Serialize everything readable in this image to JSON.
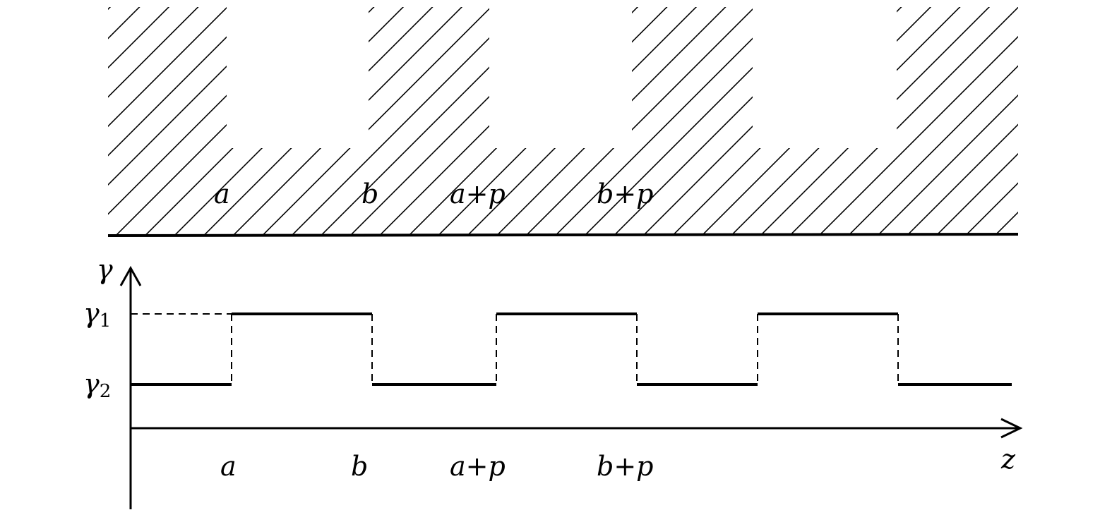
{
  "top_panel": {
    "labels": [
      "a",
      "b",
      "a+p",
      "b+p"
    ]
  },
  "bottom_panel": {
    "y_axis_label": "γ",
    "x_axis_label": "z",
    "level_high": {
      "symbol": "γ",
      "sub": "1"
    },
    "level_low": {
      "symbol": "γ",
      "sub": "2"
    },
    "x_labels": [
      "a",
      "b",
      "a+p",
      "b+p"
    ]
  }
}
